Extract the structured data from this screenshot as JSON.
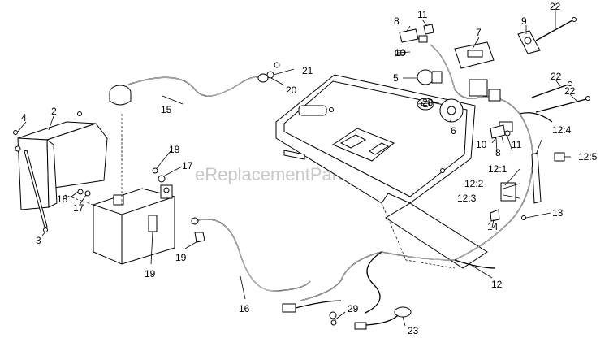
{
  "watermark": "eReplacementParts.com",
  "callouts": {
    "c2": "2",
    "c3": "3",
    "c4": "4",
    "c15": "15",
    "c16": "16",
    "c17a": "17",
    "c17b": "17",
    "c18a": "18",
    "c18b": "18",
    "c19a": "19",
    "c19b": "19",
    "c20": "20",
    "c21": "21",
    "c5": "5",
    "c6": "6",
    "c7": "7",
    "c8a": "8",
    "c8b": "8",
    "c9": "9",
    "c10a": "10",
    "c10b": "10",
    "c11a": "11",
    "c11b": "11",
    "c12": "12",
    "c12_1": "12:1",
    "c12_2": "12:2",
    "c12_3": "12:3",
    "c12_4": "12:4",
    "c12_5": "12:5",
    "c13": "13",
    "c14": "14",
    "c22a": "22",
    "c22b": "22",
    "c22c": "22",
    "c23": "23",
    "c28": "28",
    "c29": "29"
  }
}
